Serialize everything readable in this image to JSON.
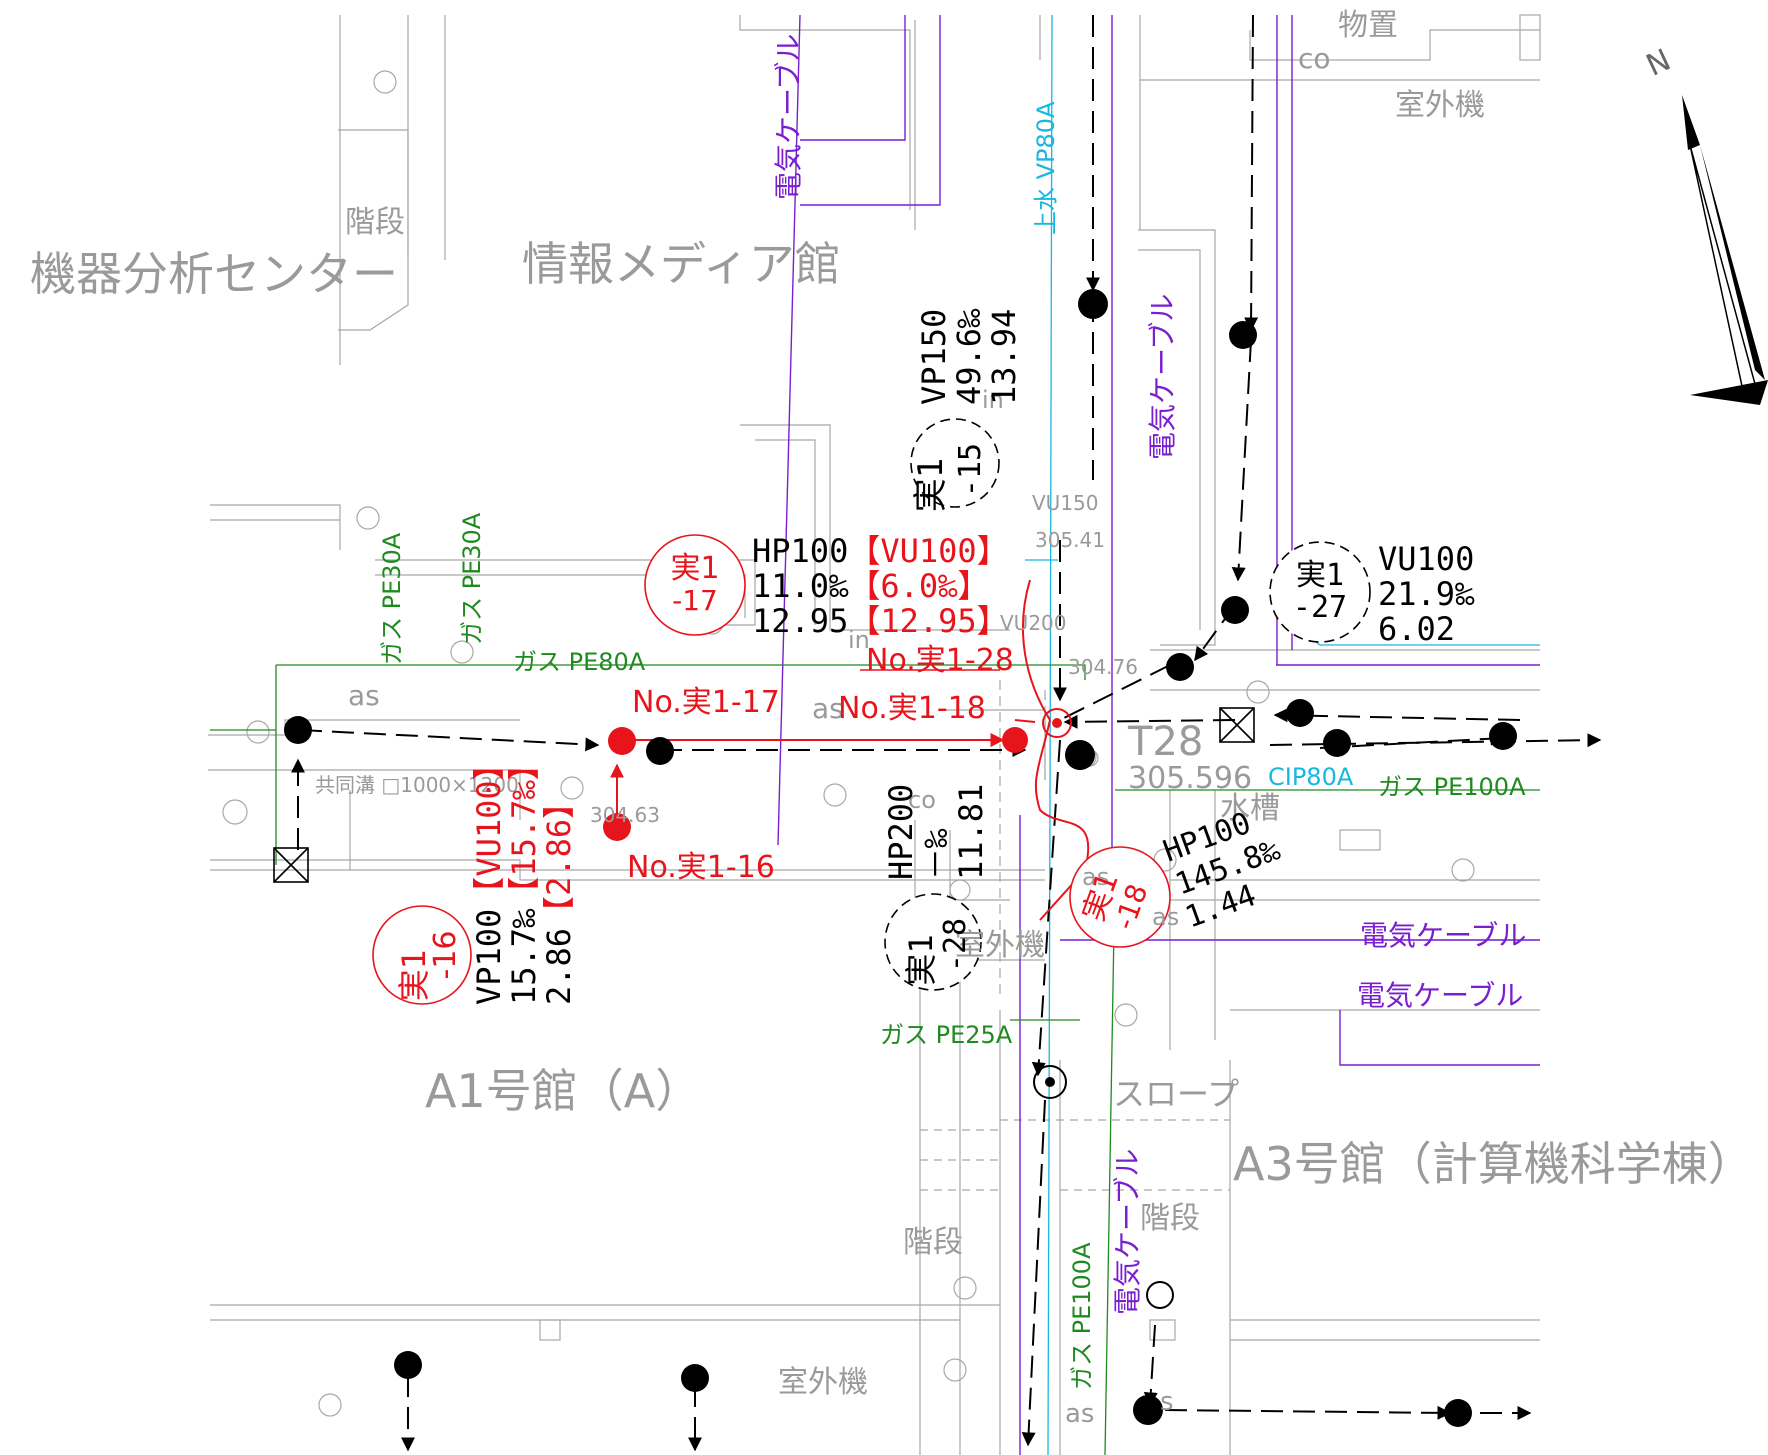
{
  "buildings": {
    "kiki": "機器分析センター",
    "media": "情報メディア館",
    "a1": "A1号館（A）",
    "a3": "A3号館（計算機科学棟）"
  },
  "notes": {
    "monooki": "物置",
    "co_top": "co",
    "shitsugaiki_top": "室外機",
    "kaidan_top": "階段",
    "as_left": "as",
    "as_mid": "as",
    "kyodoko": "共同溝 □1000×1200",
    "co_mid": "co",
    "suiso": "水槽",
    "shitsugaiki_mid": "室外機",
    "slope": "スロープ",
    "kaidan_right": "階段",
    "kaidan_bottom": "階段",
    "shitsugaiki_bottom": "室外機",
    "as_bottom": "as",
    "as_bottom2": "s",
    "in_mark": "in",
    "in_mark2": "in",
    "vu150": "VU150",
    "elev_30541": "305.41",
    "vu200": "VU200",
    "elev_30476": "304.76",
    "elev_30463": "304.63",
    "t28": "T28",
    "elev_30596": "305.596",
    "as_right": "as",
    "as_right2": "as"
  },
  "utilities": {
    "denki_1": "電気ケーブル",
    "denki_2": "電気ケーブル",
    "denki_3": "電気ケーブル",
    "denki_4": "電気ケーブル",
    "denki_5": "電気ケーブル",
    "josui": "上水 VP80A",
    "gas_pe30a_1": "ガス PE30A",
    "gas_pe30a_2": "ガス PE30A",
    "gas_pe80a": "ガス PE80A",
    "gas_pe100a_right": "ガス PE100A",
    "gas_pe25a": "ガス PE25A",
    "gas_pe100a_bottom": "ガス PE100A",
    "cip80a": "CIP80A"
  },
  "survey_points": {
    "p15": {
      "id_top": "実1",
      "id_bottom": "-15",
      "line1": "VP150",
      "line2": "49.6‰",
      "line3": "13.94"
    },
    "p17": {
      "id_top": "実1",
      "id_bottom": "-17",
      "line1_black": "HP100",
      "line1_red": "【VU100】",
      "line2_black": "11.0‰",
      "line2_red": "【6.0‰】",
      "line3_black": "12.95",
      "line3_red": "【12.95】"
    },
    "p27": {
      "id_top": "実1",
      "id_bottom": "-27",
      "line1": "VU100",
      "line2": "21.9‰",
      "line3": "6.02"
    },
    "p16": {
      "id_top": "実1",
      "id_bottom": "-16",
      "line1_black": "VP100",
      "line1_red": "【VU100】",
      "line2_black": "15.7‰",
      "line2_red": "【15.7‰】",
      "line3_black": "2.86",
      "line3_red": "【2.86】"
    },
    "p28": {
      "id_top": "実1",
      "id_bottom": "-28",
      "line1": "HP200",
      "line2": "－‰",
      "line3": "11.81"
    },
    "p18": {
      "id_top": "実1",
      "id_bottom": "-18",
      "line1": "HP100",
      "line2": "145.8‰",
      "line3": "1.44"
    }
  },
  "markers": {
    "no17": "No.実1-17",
    "no18": "No.実1-18",
    "no16": "No.実1-16",
    "no28": "No.実1-28"
  },
  "compass": {
    "north": "N"
  },
  "colors": {
    "red": "#e8141b",
    "green": "#1f8a1f",
    "purple": "#7a1fd0",
    "cyan": "#18b7e0",
    "gray": "#9a9a9a"
  }
}
